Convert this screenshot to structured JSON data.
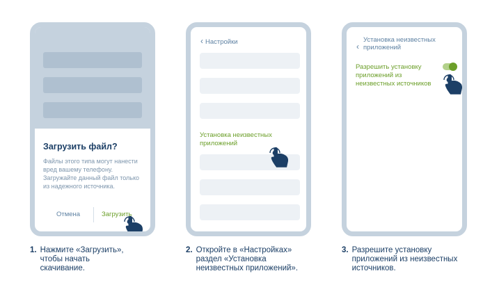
{
  "step1": {
    "dialog_title": "Загрузить файл?",
    "dialog_body": "Файлы этого типа могут нанести вред вашему телефону. Загружайте данный файл только из надежного источника.",
    "cancel_label": "Отмена",
    "upload_label": "Загрузить"
  },
  "step2": {
    "back_label": "Настройки",
    "highlight_item": "Установка неизвестных приложений"
  },
  "step3": {
    "back_label": "Установка неизвестных приложений",
    "setting_label": "Разрешить установку приложений из неизвестных источников",
    "toggle_on": true
  },
  "captions": [
    {
      "number": "1.",
      "text": "Нажмите «Загрузить», чтобы начать скачивание."
    },
    {
      "number": "2.",
      "text": "Откройте в «Настройках» раздел «Установка неизвестных приложений»."
    },
    {
      "number": "3.",
      "text": "Разрешите установку приложений из неизвестных источников."
    }
  ],
  "colors": {
    "frame": "#c5d2de",
    "accent_green": "#6c9f2a",
    "text_dark": "#1c3f66",
    "text_blue": "#5f82a3",
    "hand": "#1c3f66"
  },
  "icons": {
    "pointer": "tap-hand-icon",
    "back": "chevron-left-icon",
    "toggle": "toggle-switch-icon"
  }
}
